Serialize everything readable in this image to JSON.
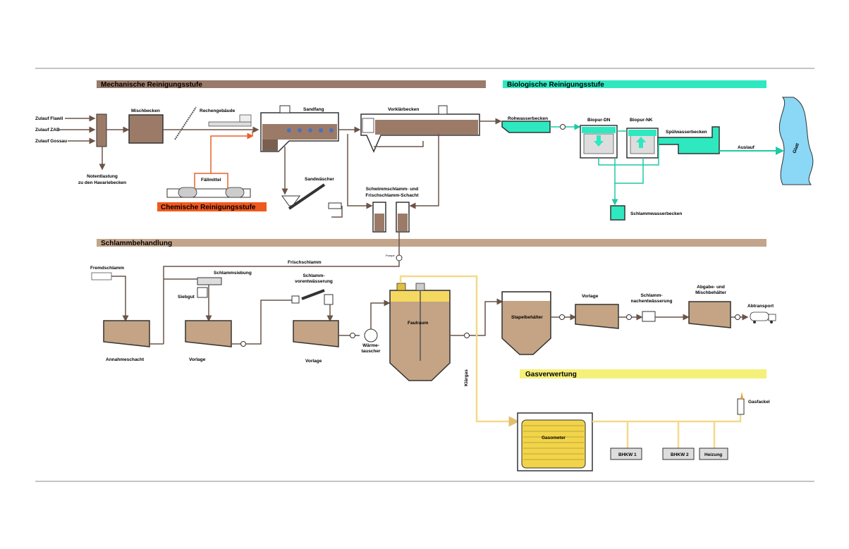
{
  "colors": {
    "mech_band": "#9a7a6a",
    "bio_band": "#2ee8c0",
    "sludge_band": "#c2a58a",
    "gas_band": "#f5f07a",
    "chem_band": "#f0591e",
    "sludge_fill": "#9b7b68",
    "sludge_light": "#c4a484",
    "water_fill": "#2ee8c0",
    "gas_pipe": "#f5d98a",
    "pipe_brown": "#8b6e60",
    "pipe_orange": "#e8602a",
    "pipe_green": "#2ee8c0",
    "river": "#8ad8f5"
  },
  "sections": {
    "mechanical": "Mechanische Reinigungsstufe",
    "biological": "Biologische Reinigungsstufe",
    "chemical": "Chemische Reinigungsstufe",
    "sludge": "Schlammbehandlung",
    "gas": "Gasverwertung"
  },
  "inflows": [
    "Zulauf Flawil",
    "Zulauf ZAB",
    "Zulauf Gossau"
  ],
  "labels": {
    "mischbecken": "Mischbecken",
    "rechengebaeude": "Rechengebäude",
    "sandfang": "Sandfang",
    "vorklaerbecken": "Vorklärbecken",
    "notentlastung_1": "Notentlastung",
    "notentlastung_2": "zu den Havariebecken",
    "faellmittel": "Fällmittel",
    "sandwaescher": "Sandwäscher",
    "schacht_1": "Schwimmschlamm- und",
    "schacht_2": "Frischschlamm-Schacht",
    "rohwasserbecken": "Rohwasserbecken",
    "biopur_dn": "Biopur-DN",
    "biopur_nk": "Biopur-NK",
    "spuelwasserbecken": "Spülwasserbecken",
    "auslauf": "Auslauf",
    "river": "Glatt",
    "schlammwasserbecken": "Schlammwasserbecken",
    "pumpe": "Pumpe",
    "frischschlamm": "Frischschlamm",
    "fremdschlamm": "Fremdschlamm",
    "schlammsiebung": "Schlammsiebung",
    "siebgut": "Siebgut",
    "schlammvorentw_1": "Schlamm-",
    "schlammvorentw_2": "vorentwässerung",
    "annahmeschacht": "Annahmeschacht",
    "vorlage": "Vorlage",
    "waermetauscher_1": "Wärme-",
    "waermetauscher_2": "tauscher",
    "faulraum": "Faulraum",
    "stapelbehaelter": "Stapelbehälter",
    "schlammnachentw_1": "Schlamm-",
    "schlammnachentw_2": "nachentwässerung",
    "abgabe_1": "Abgabe- und",
    "abgabe_2": "Mischbehälter",
    "abtransport": "Abtransport",
    "klaergas": "Klärgas",
    "gasometer": "Gasometer",
    "gasfackel": "Gasfackel",
    "bhkw1": "BHKW 1",
    "bhkw2": "BHKW 2",
    "heizung": "Heizung"
  }
}
